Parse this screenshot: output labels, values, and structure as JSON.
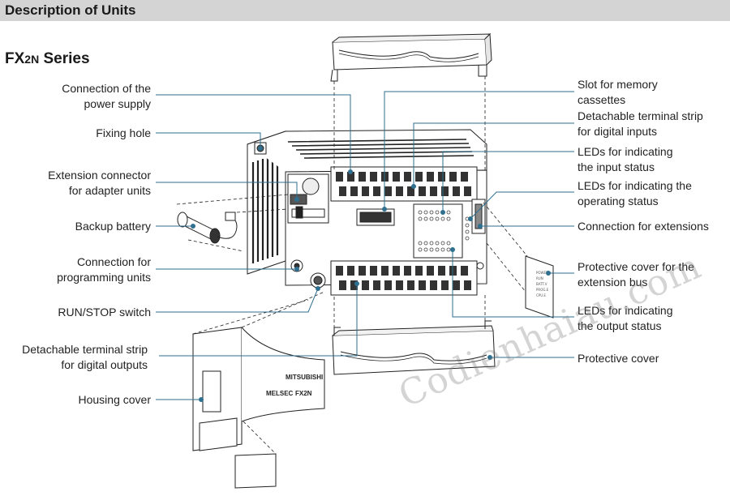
{
  "header": {
    "title": "Description of Units"
  },
  "subtitle": {
    "main": "FX",
    "small": "2N",
    "rest": " Series"
  },
  "labels_left": [
    {
      "id": "power",
      "lines": [
        "Connection of the",
        "power supply"
      ]
    },
    {
      "id": "fixing",
      "lines": [
        "Fixing hole"
      ]
    },
    {
      "id": "extconn",
      "lines": [
        "Extension connector",
        "for adapter units"
      ]
    },
    {
      "id": "battery",
      "lines": [
        "Backup battery"
      ]
    },
    {
      "id": "prog",
      "lines": [
        "Connection for",
        "programming units"
      ]
    },
    {
      "id": "runstop",
      "lines": [
        "RUN/STOP switch"
      ]
    },
    {
      "id": "outstrip",
      "lines": [
        "Detachable terminal strip",
        "for digital outputs"
      ]
    },
    {
      "id": "housing",
      "lines": [
        "Housing cover"
      ]
    }
  ],
  "labels_right": [
    {
      "id": "memslot",
      "lines": [
        "Slot for memory",
        "cassettes"
      ]
    },
    {
      "id": "instrip",
      "lines": [
        "Detachable terminal strip",
        "for digital inputs"
      ]
    },
    {
      "id": "inled",
      "lines": [
        "LEDs for indicating",
        "the input status"
      ]
    },
    {
      "id": "opled",
      "lines": [
        "LEDs for indicating the",
        "operating status"
      ]
    },
    {
      "id": "extconn2",
      "lines": [
        "Connection for extensions"
      ]
    },
    {
      "id": "buscover",
      "lines": [
        "Protective cover for the",
        "extension bus"
      ]
    },
    {
      "id": "outled",
      "lines": [
        "LEDs for indicating",
        "the output status"
      ]
    },
    {
      "id": "protcover",
      "lines": [
        "Protective cover"
      ]
    }
  ],
  "device_text": {
    "brand": "MITSUBISHI",
    "model_logo": "MELSEC",
    "model": "FX2N",
    "status_leds": [
      "POWER",
      "RUN",
      "BATT.V",
      "PROG.E",
      "CPU.E"
    ]
  },
  "watermark": "Codienhaiau.com",
  "colors": {
    "leader_line": "#2f6f8f",
    "header_bg": "#d4d4d4",
    "outline": "#222222"
  }
}
